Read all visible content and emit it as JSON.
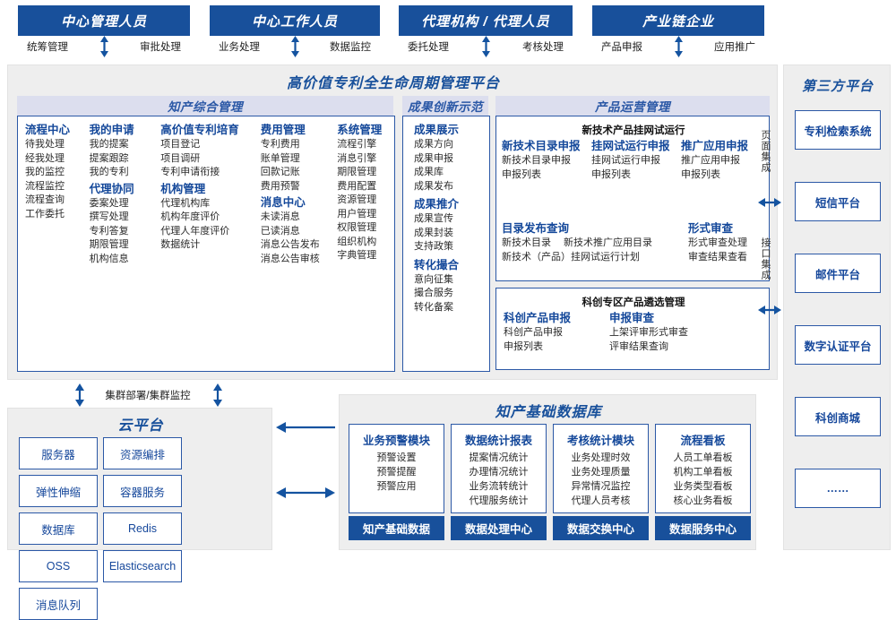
{
  "roles": [
    {
      "title": "中心管理人员",
      "left": "统筹管理",
      "right": "审批处理"
    },
    {
      "title": "中心工作人员",
      "left": "业务处理",
      "right": "数据监控"
    },
    {
      "title": "代理机构 / 代理人员",
      "left": "委托处理",
      "right": "考核处理"
    },
    {
      "title": "产业链企业",
      "left": "产品申报",
      "right": "应用推广"
    }
  ],
  "platform": {
    "title": "高价值专利全生命周期管理平台",
    "sections": {
      "zhichan": {
        "header": "知产综合管理",
        "columns": [
          {
            "groups": [
              {
                "title": "流程中心",
                "items": [
                  "待我处理",
                  "经我处理",
                  "我的监控",
                  "流程监控",
                  "流程查询",
                  "工作委托"
                ]
              }
            ]
          },
          {
            "groups": [
              {
                "title": "我的申请",
                "items": [
                  "我的提案",
                  "提案跟踪",
                  "我的专利"
                ]
              },
              {
                "title": "代理协同",
                "items": [
                  "委案处理",
                  "撰写处理",
                  "专利答复",
                  "期限管理",
                  "机构信息"
                ]
              }
            ]
          },
          {
            "groups": [
              {
                "title": "高价值专利培育",
                "items": [
                  "项目登记",
                  "项目调研",
                  "专利申请衔接"
                ]
              },
              {
                "title": "机构管理",
                "items": [
                  "代理机构库",
                  "机构年度评价",
                  "代理人年度评价",
                  "数据统计"
                ]
              }
            ]
          },
          {
            "groups": [
              {
                "title": "费用管理",
                "items": [
                  "专利费用",
                  "账单管理",
                  "回款记账",
                  "费用预警"
                ]
              },
              {
                "title": "消息中心",
                "items": [
                  "未读消息",
                  "已读消息",
                  "消息公告发布",
                  "消息公告审核"
                ]
              }
            ]
          },
          {
            "groups": [
              {
                "title": "系统管理",
                "items": [
                  "流程引擎",
                  "消息引擎",
                  "期限管理",
                  "费用配置",
                  "资源管理",
                  "用户管理",
                  "权限管理",
                  "组织机构",
                  "字典管理"
                ]
              }
            ]
          }
        ]
      },
      "chengguo": {
        "header": "成果创新示范",
        "groups": [
          {
            "title": "成果展示",
            "items": [
              "成果方向",
              "成果申报",
              "成果库",
              "成果发布"
            ]
          },
          {
            "title": "成果推介",
            "items": [
              "成果宣传",
              "成果封装",
              "支持政策"
            ]
          },
          {
            "title": "转化撮合",
            "items": [
              "意向征集",
              "撮合服务",
              "转化备案"
            ]
          }
        ]
      },
      "chanpin": {
        "header": "产品运营管理",
        "box1": {
          "title": "新技术产品挂网试运行",
          "row1": [
            {
              "title": "新技术目录申报",
              "items": [
                "新技术目录申报",
                "申报列表"
              ]
            },
            {
              "title": "挂网试运行申报",
              "items": [
                "挂网试运行申报",
                "申报列表"
              ]
            },
            {
              "title": "推广应用申报",
              "items": [
                "推广应用申报",
                "申报列表"
              ]
            }
          ],
          "row2_left": {
            "title": "目录发布查询",
            "items": [
              "新技术目录",
              "新技术推广应用目录",
              "新技术（产品）挂网试运行计划"
            ]
          },
          "row2_right": {
            "title": "形式审查",
            "items": [
              "形式审查处理",
              "审查结果查看"
            ]
          }
        },
        "box2": {
          "title": "科创专区产品遴选管理",
          "cols": [
            {
              "title": "科创产品申报",
              "items": [
                "科创产品申报",
                "申报列表"
              ]
            },
            {
              "title": "申报审查",
              "items": [
                "上架评审形式审查",
                "评审结果查询"
              ]
            }
          ]
        }
      }
    }
  },
  "integration": {
    "page": "页面集成",
    "api": "接口集成"
  },
  "third_party": {
    "title": "第三方平台",
    "tiles": [
      "专利检索系统",
      "短信平台",
      "邮件平台",
      "数字认证平台",
      "科创商城",
      "……"
    ]
  },
  "cloud": {
    "cluster_label": "集群部署/集群监控",
    "title": "云平台",
    "tiles": [
      "服务器",
      "资源编排",
      "弹性伸缩",
      "容器服务",
      "数据库",
      "Redis",
      "OSS",
      "Elasticsearch",
      "消息队列"
    ]
  },
  "database": {
    "title": "知产基础数据库",
    "cards": [
      {
        "title": "业务预警模块",
        "items": [
          "预警设置",
          "预警提醒",
          "预警应用"
        ],
        "footer": "知产基础数据"
      },
      {
        "title": "数据统计报表",
        "items": [
          "提案情况统计",
          "办理情况统计",
          "业务流转统计",
          "代理服务统计"
        ],
        "footer": "数据处理中心"
      },
      {
        "title": "考核统计模块",
        "items": [
          "业务处理时效",
          "业务处理质量",
          "异常情况监控",
          "代理人员考核"
        ],
        "footer": "数据交换中心"
      },
      {
        "title": "流程看板",
        "items": [
          "人员工单看板",
          "机构工单看板",
          "业务类型看板",
          "核心业务看板"
        ],
        "footer": "数据服务中心"
      }
    ]
  },
  "colors": {
    "brand_blue": "#18509b",
    "header_lavender": "#dcdeee",
    "panel_gray": "#eeeeee",
    "text_blue": "#14489a"
  }
}
